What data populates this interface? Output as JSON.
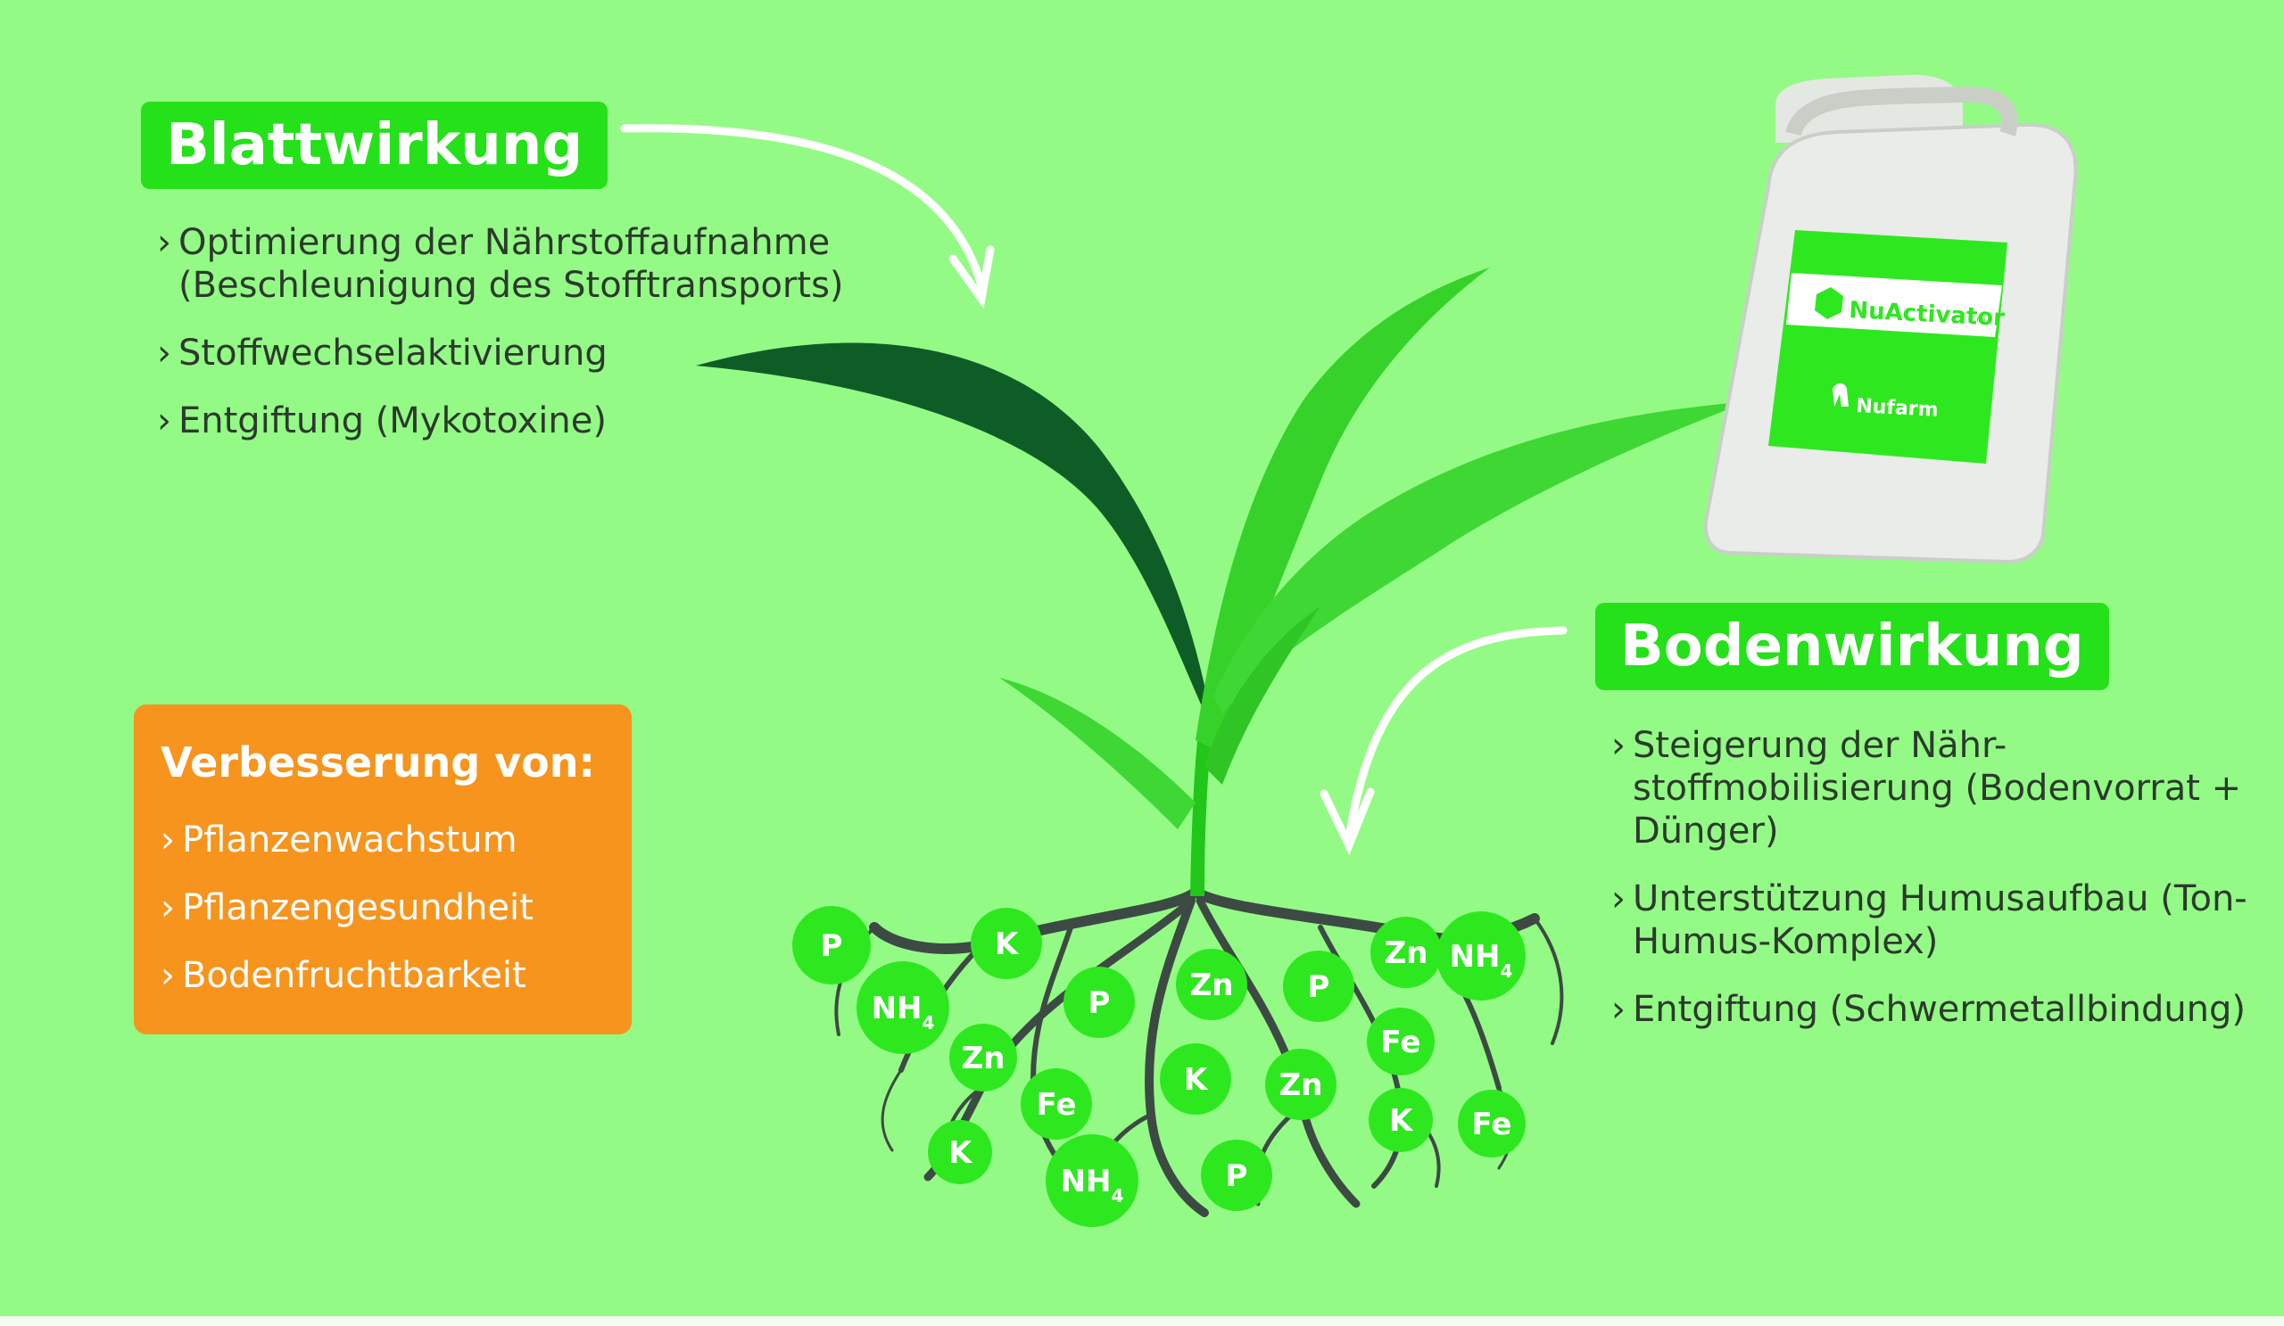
{
  "blattwirkung": {
    "title": "Blattwirkung",
    "items": [
      "Optimierung der Nährstoffaufnahme (Beschleunigung des Stofftransports)",
      "Stoffwechselaktivierung",
      "Entgiftung (Mykotoxine)"
    ]
  },
  "bodenwirkung": {
    "title": "Bodenwirkung",
    "items": [
      "Steigerung der Nähr-stoffmobilisierung (Bodenvorrat + Dünger)",
      "Unterstützung Humusaufbau (Ton-Humus-Komplex)",
      "Entgiftung (Schwermetallbindung)"
    ]
  },
  "verbesserung": {
    "title": "Verbesserung von:",
    "items": [
      "Pflanzenwachstum",
      "Pflanzengesundheit",
      "Bodenfruchtbarkeit"
    ]
  },
  "product": {
    "name": "NuActivator",
    "trademark": "™",
    "brand": "Nufarm"
  },
  "nutrients": [
    "P",
    "K",
    "NH4",
    "P",
    "Zn",
    "P",
    "Zn",
    "NH4",
    "Zn",
    "Fe",
    "K",
    "Zn",
    "Fe",
    "K",
    "Fe",
    "K",
    "NH4",
    "P"
  ],
  "colors": {
    "background": "#93fb85",
    "heading_green": "#24e11a",
    "orange": "#f7941d",
    "nutrient_green": "#2ee81f",
    "roots": "#3d4a43"
  }
}
